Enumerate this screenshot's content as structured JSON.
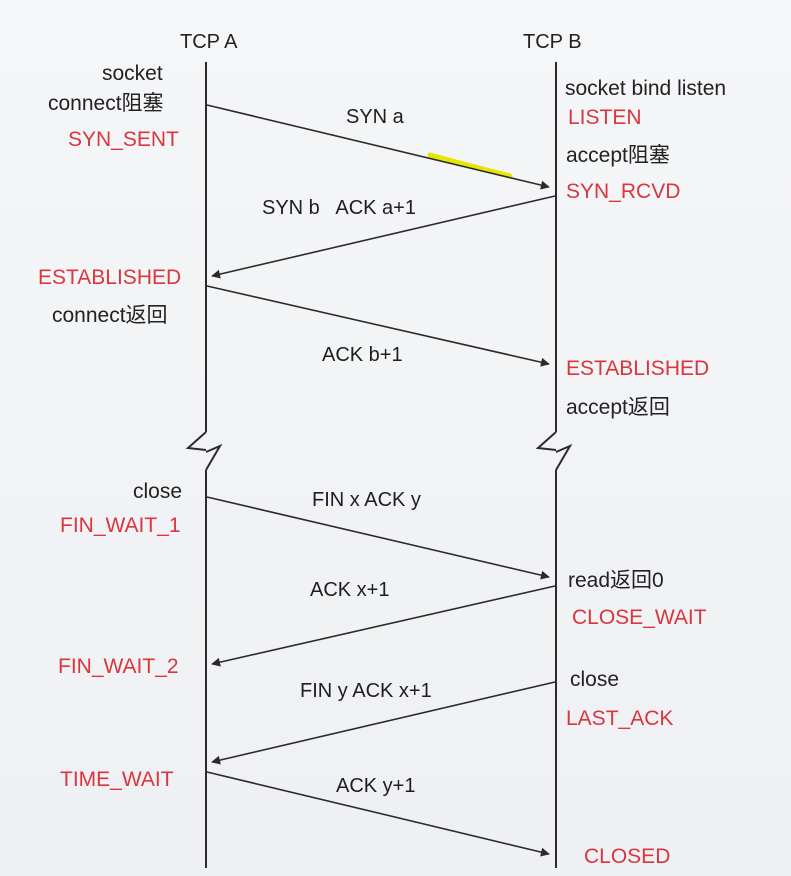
{
  "colors": {
    "state": "#d9363e",
    "text": "#222222",
    "line": "#2b2b2b",
    "highlight": "#e6e600"
  },
  "headers": {
    "a": "TCP A",
    "b": "TCP B"
  },
  "left": {
    "socket": "socket",
    "connect": "connect阻塞",
    "syn_sent": "SYN_SENT",
    "established": "ESTABLISHED",
    "connect_return": "connect返回",
    "close": "close",
    "fin_wait_1": "FIN_WAIT_1",
    "fin_wait_2": "FIN_WAIT_2",
    "time_wait": "TIME_WAIT"
  },
  "right": {
    "socket_bind_listen": "socket bind listen",
    "listen": "LISTEN",
    "accept_block": "accept阻塞",
    "syn_rcvd": "SYN_RCVD",
    "established": "ESTABLISHED",
    "accept_return": "accept返回",
    "read_return": "read返回0",
    "close_wait": "CLOSE_WAIT",
    "close": "close",
    "last_ack": "LAST_ACK",
    "closed": "CLOSED"
  },
  "messages": {
    "syn": "SYN a",
    "synack": "SYN b   ACK a+1",
    "ack1": "ACK b+1",
    "fin1": "FIN x ACK y",
    "ack2": "ACK x+1",
    "fin2": "FIN y ACK x+1",
    "ack3": "ACK y+1"
  }
}
